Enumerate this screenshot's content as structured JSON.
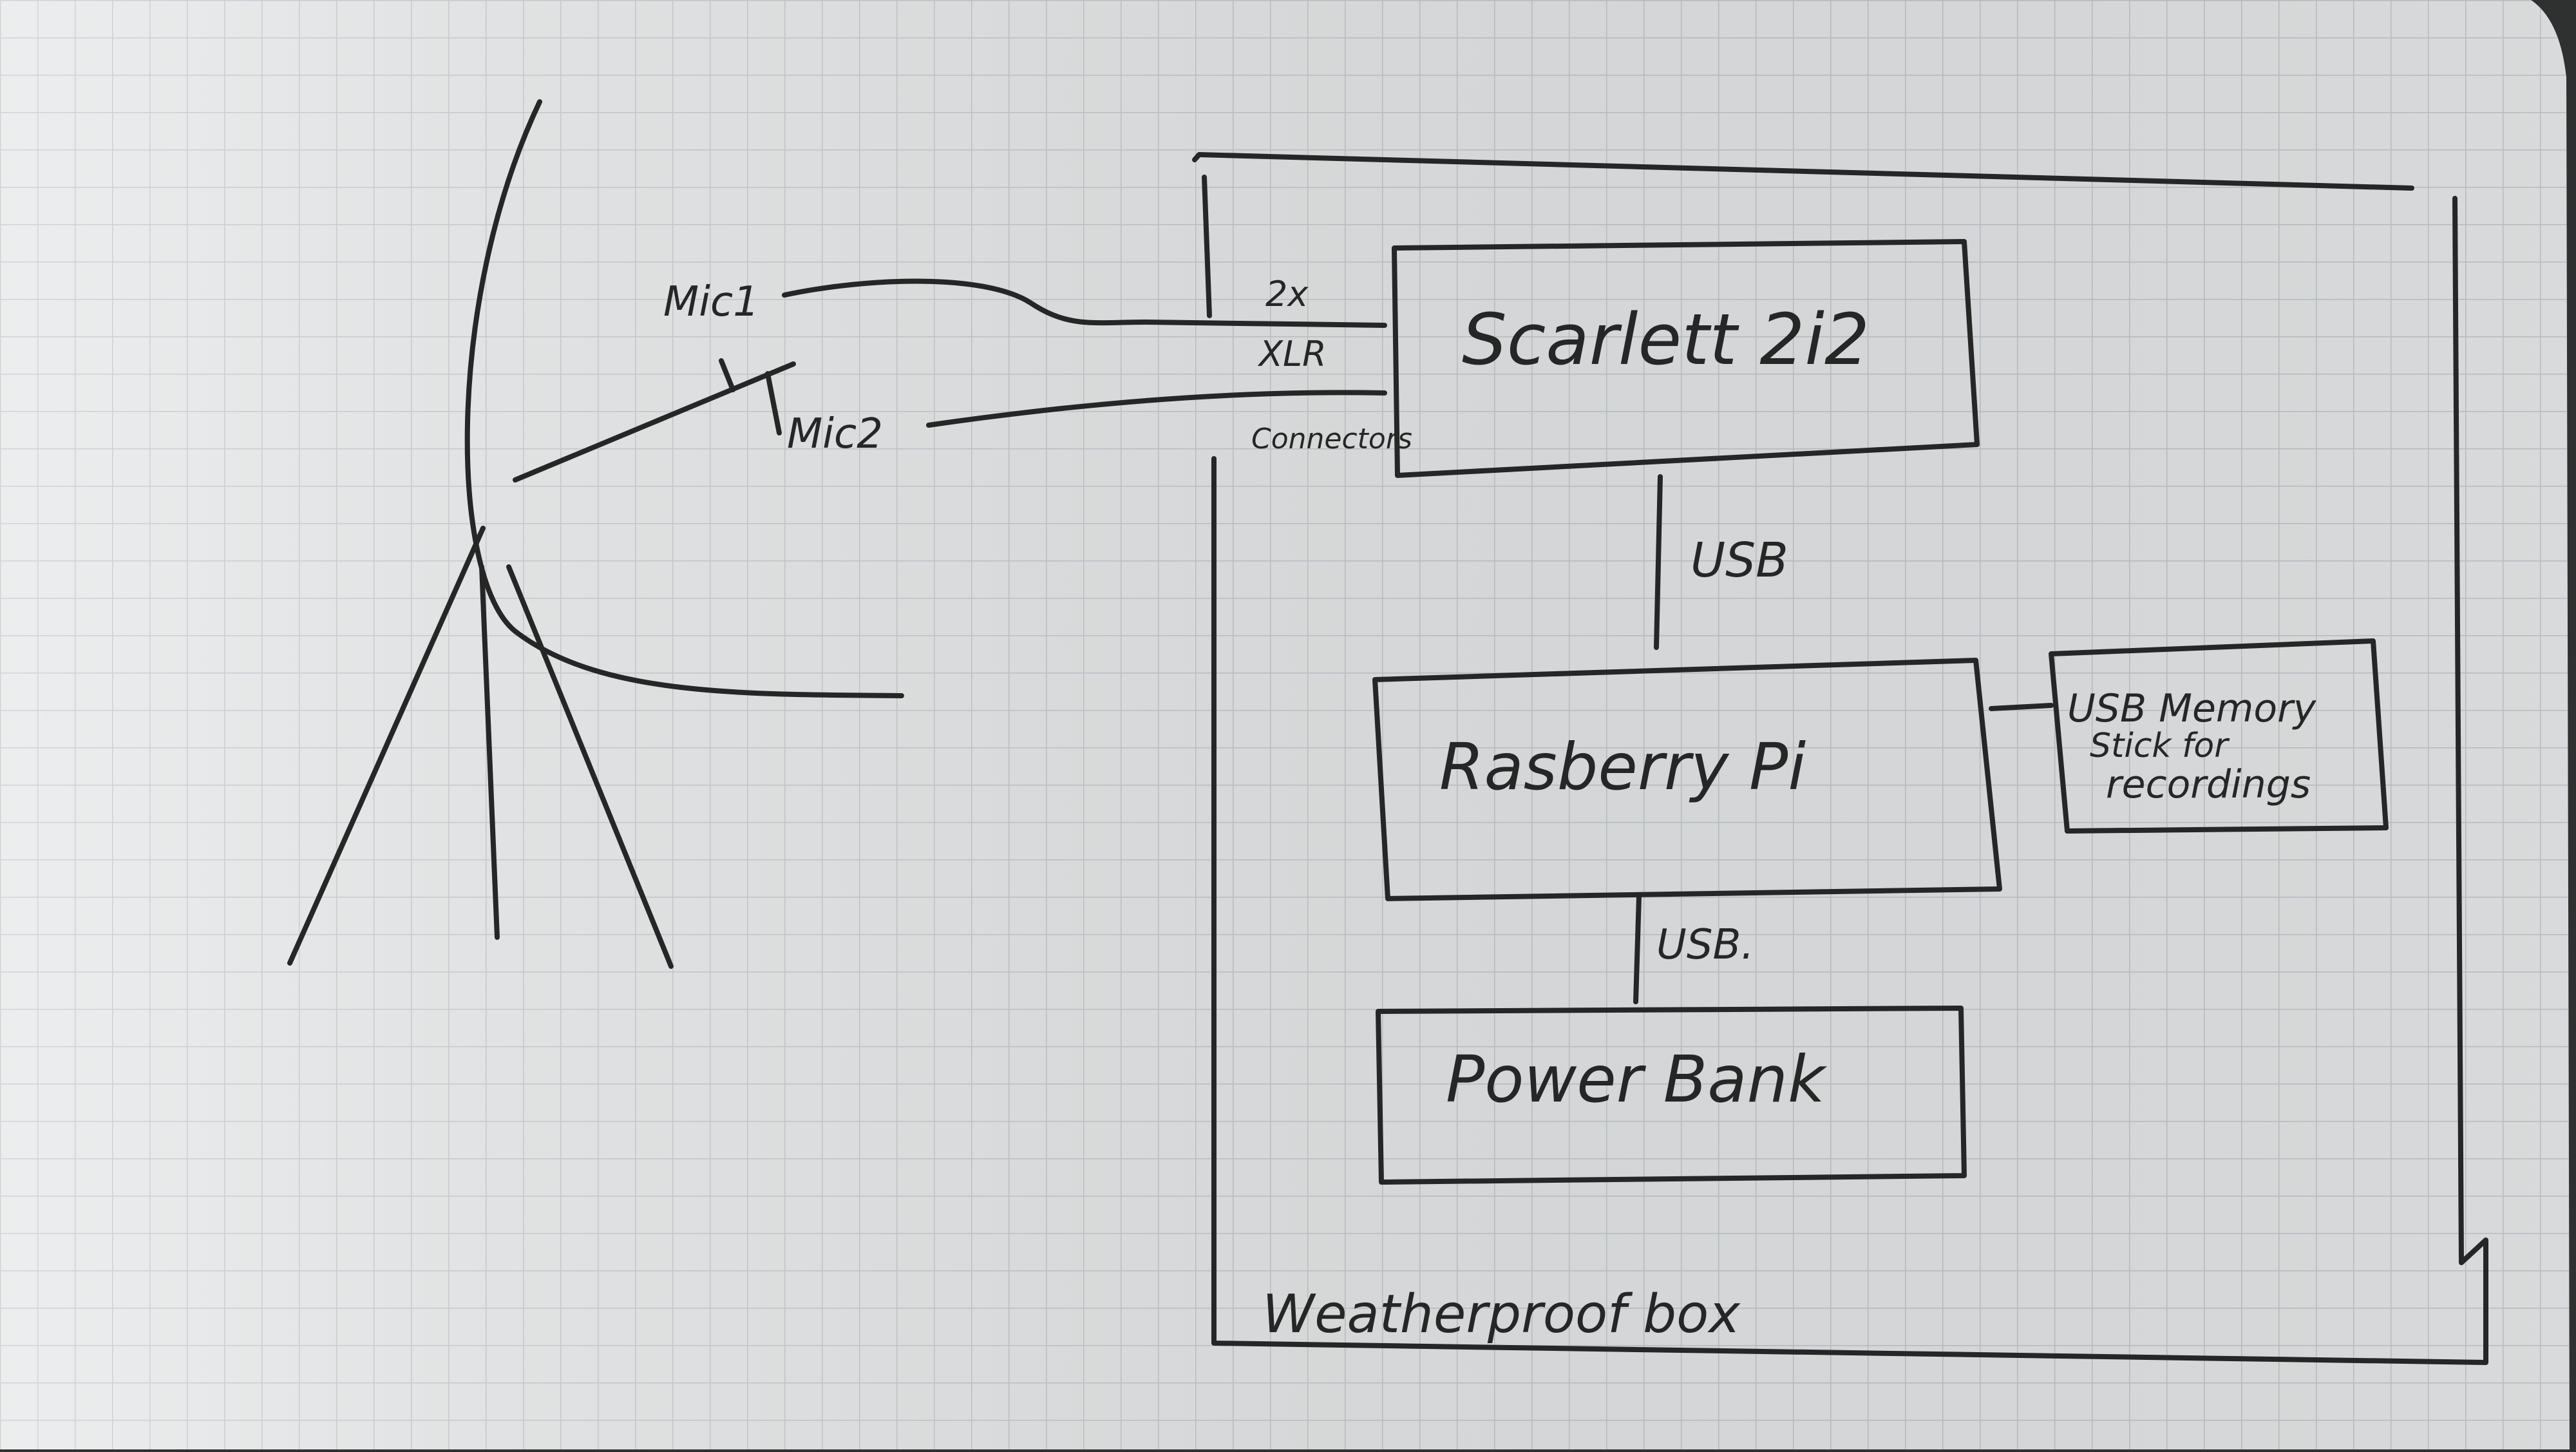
{
  "diagram": {
    "labels": {
      "mic1": "Mic1",
      "mic2": "Mic2",
      "connector_count": "2x",
      "connector_type": "XLR",
      "connector_word": "Connectors",
      "scarlett": "Scarlett 2i2",
      "usb_upper": "USB",
      "raspberry": "Rasberry Pi",
      "memory_line1": "USB Memory",
      "memory_line2": "Stick for",
      "memory_line3": "recordings",
      "usb_lower": "USB.",
      "power": "Power Bank",
      "box": "Weatherproof box"
    },
    "colors": {
      "paper": "#e6e8e9",
      "grid": "#c2c7cb",
      "ink": "#262626",
      "table_edge": "#2f3030"
    }
  }
}
